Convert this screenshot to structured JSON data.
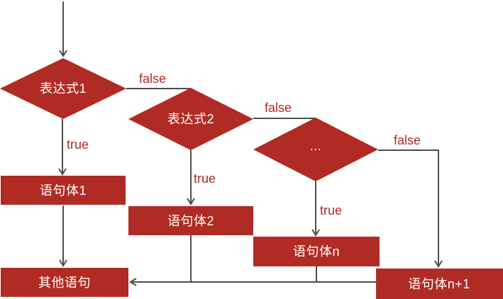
{
  "colors": {
    "shape_fill": "#b02b24",
    "shape_text": "#ffffff",
    "label_text": "#b02b24",
    "line": "#4d4d4d"
  },
  "flowchart": {
    "type": "else-if-chain",
    "decisions": [
      {
        "label": "表达式1"
      },
      {
        "label": "表达式2"
      },
      {
        "label": "..."
      }
    ],
    "processes": [
      {
        "label": "语句体1"
      },
      {
        "label": "语句体2"
      },
      {
        "label": "语句体n"
      },
      {
        "label": "语句体n+1"
      },
      {
        "label": "其他语句"
      }
    ],
    "branch_labels": {
      "d1_true": "true",
      "d1_false": "false",
      "d2_true": "true",
      "d2_false": "false",
      "d3_true": "true",
      "d3_false": "false"
    }
  }
}
